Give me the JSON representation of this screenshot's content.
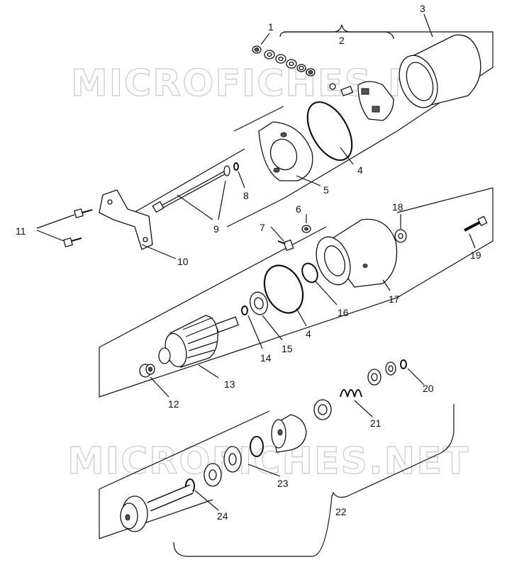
{
  "watermark": {
    "top": "MICROFICHES.NET",
    "bottom": "MICROFICHES.NET"
  },
  "callouts": {
    "c1": "1",
    "c2": "2",
    "c3": "3",
    "c4a": "4",
    "c4b": "4",
    "c5": "5",
    "c6": "6",
    "c7": "7",
    "c8": "8",
    "c9": "9",
    "c10": "10",
    "c11": "11",
    "c12": "12",
    "c13": "13",
    "c14": "14",
    "c15": "15",
    "c16": "16",
    "c17": "17",
    "c18": "18",
    "c19": "19",
    "c20": "20",
    "c21": "21",
    "c22": "22",
    "c23": "23",
    "c24": "24"
  }
}
